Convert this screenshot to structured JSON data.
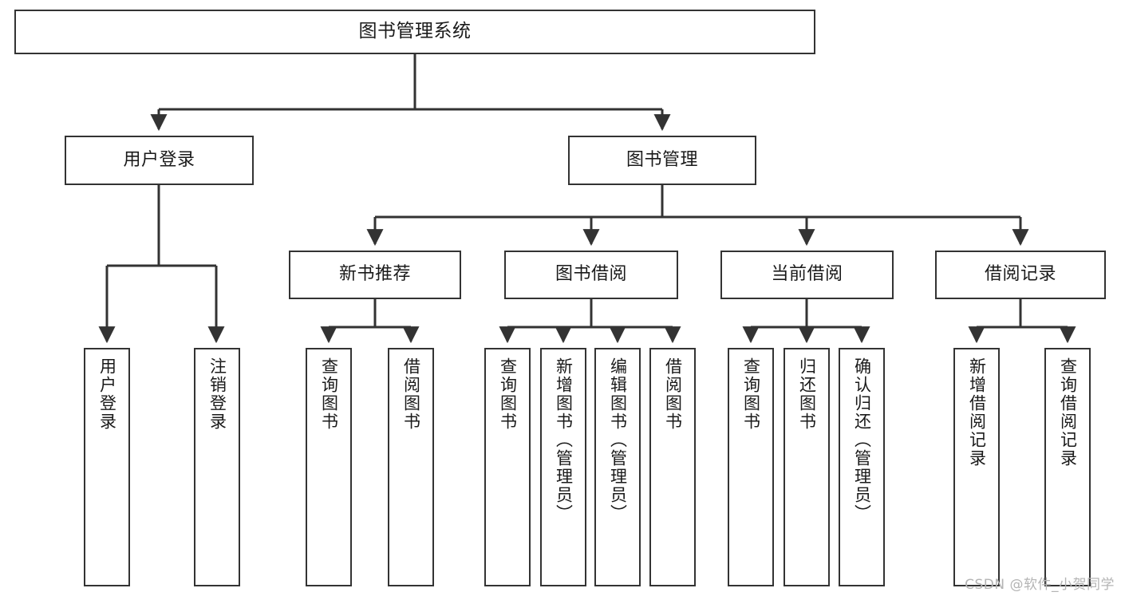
{
  "diagram": {
    "title": "图书管理系统",
    "type": "hierarchy-tree",
    "colors": {
      "box_border": "#333333",
      "box_fill": "#ffffff",
      "edge": "#333333",
      "text": "#1a1a1a",
      "watermark": "#b4b4b4",
      "background": "#ffffff"
    },
    "watermark": "CSDN @软件_小贺同学",
    "nodes": {
      "root": {
        "label": "图书管理系统"
      },
      "level2": [
        {
          "label": "用户登录"
        },
        {
          "label": "图书管理"
        }
      ],
      "level3": [
        {
          "label": "新书推荐"
        },
        {
          "label": "图书借阅"
        },
        {
          "label": "当前借阅"
        },
        {
          "label": "借阅记录"
        }
      ],
      "leaves": {
        "user_login": [
          {
            "label": "用户登录"
          },
          {
            "label": "注销登录"
          }
        ],
        "new_book_recommend": [
          {
            "label": "查询图书"
          },
          {
            "label": "借阅图书"
          }
        ],
        "book_borrow": [
          {
            "label": "查询图书"
          },
          {
            "label": "新增图书（管理员）"
          },
          {
            "label": "编辑图书（管理员）"
          },
          {
            "label": "借阅图书"
          }
        ],
        "current_borrow": [
          {
            "label": "查询图书"
          },
          {
            "label": "归还图书"
          },
          {
            "label": "确认归还（管理员）"
          }
        ],
        "borrow_record": [
          {
            "label": "新增借阅记录"
          },
          {
            "label": "查询借阅记录"
          }
        ]
      }
    }
  }
}
